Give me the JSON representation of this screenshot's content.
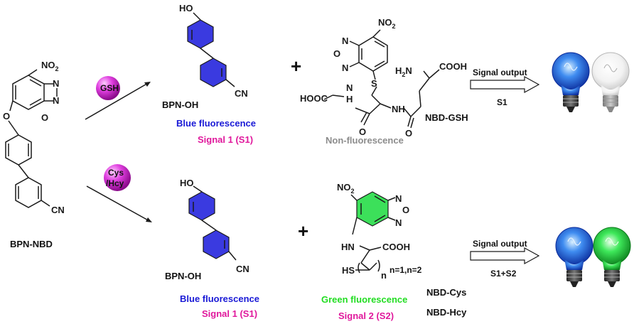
{
  "reactant": {
    "name": "BPN-NBD",
    "no2": "NO",
    "no2_sub": "2",
    "o_ether": "O",
    "ring_o": "O",
    "ring_n1": "N",
    "ring_n2": "N",
    "cn": "CN"
  },
  "top": {
    "reagent": "GSH",
    "product1": {
      "ho": "HO",
      "cn": "CN",
      "name": "BPN-OH",
      "fluor": "Blue fluorescence",
      "signal": "Signal 1 (S1)"
    },
    "plus": "+",
    "product2": {
      "no2": "NO",
      "no2_sub": "2",
      "s": "S",
      "h2n": "H",
      "h2n_sub": "2",
      "h2n_n": "N",
      "cooh": "COOH",
      "hooc": "HOOC",
      "nh1": "N",
      "nh1_h": "H",
      "nh2": "NH",
      "o1": "O",
      "o2": "O",
      "name": "NBD-GSH",
      "fluor": "Non-fluorescence",
      "ring_o": "O",
      "ring_n1": "N",
      "ring_n2": "N"
    },
    "output": {
      "label": "Signal output",
      "signal": "S1"
    }
  },
  "bottom": {
    "reagent_line1": "Cys",
    "reagent_line2": "/Hcy",
    "product1": {
      "ho": "HO",
      "cn": "CN",
      "name": "BPN-OH",
      "fluor": "Blue fluorescence",
      "signal": "Signal 1 (S1)"
    },
    "plus": "+",
    "product2": {
      "no2": "NO",
      "no2_sub": "2",
      "hn": "HN",
      "cooh": "COOH",
      "hs": "HS",
      "n_sub": "n",
      "n_values": "n=1,n=2",
      "name1": "NBD-Cys",
      "name2": "NBD-Hcy",
      "fluor": "Green  fluorescence",
      "signal": "Signal 2  (S2)",
      "ring_o": "O",
      "ring_n1": "N",
      "ring_n2": "N"
    },
    "output": {
      "label": "Signal output",
      "signal": "S1+S2"
    }
  },
  "colors": {
    "blue": "#1a1ad6",
    "magenta": "#e0189c",
    "green": "#22dd22",
    "grey": "#8c8c8c",
    "sphere": "#cc22cc"
  },
  "icons": [
    "light-bulb-blue-icon",
    "light-bulb-off-icon",
    "light-bulb-blue-icon",
    "light-bulb-green-icon"
  ]
}
